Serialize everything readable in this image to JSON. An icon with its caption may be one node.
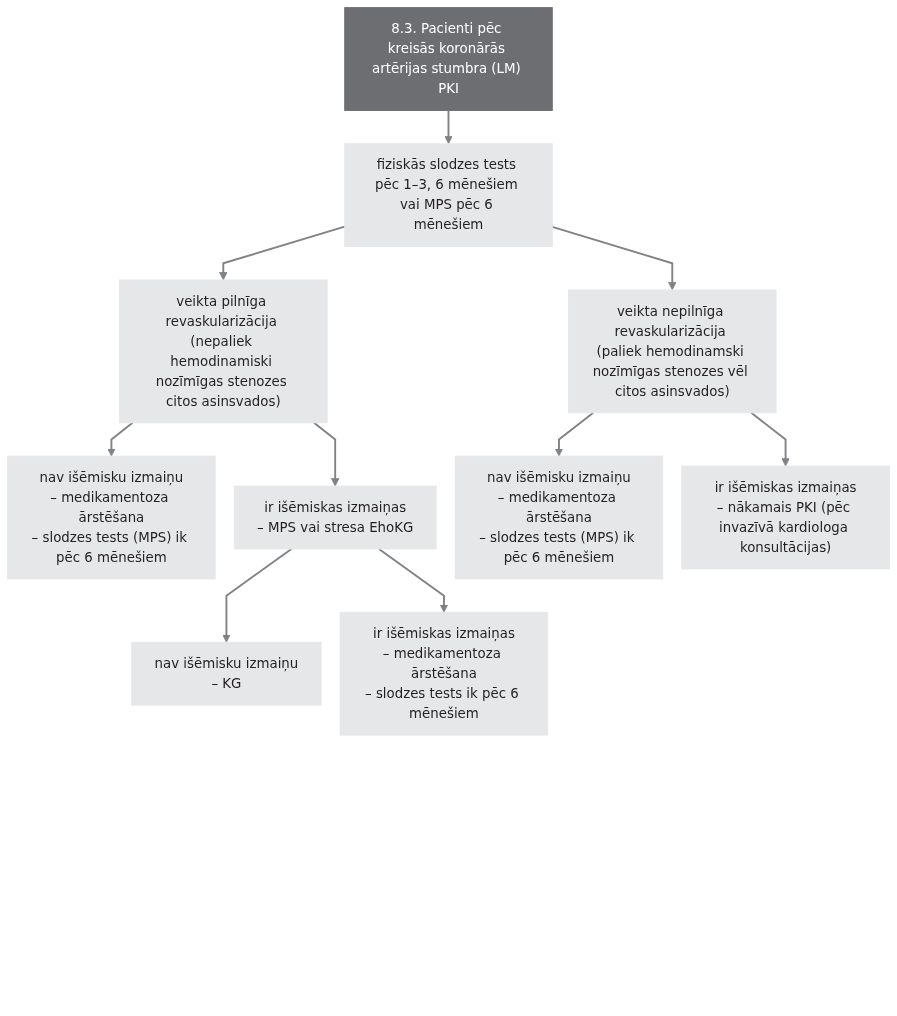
{
  "diagram": {
    "nodes": [
      {
        "text": [
          "8.3. Pacienti pēc kreisās koronārās artērijas stumbra (LM) PKI"
        ]
      },
      {
        "text": [
          "fiziskās slodzes tests pēc 1–3, 6 mēnešiem vai MPS pēc 6 mēnešiem"
        ]
      },
      {
        "text": [
          "veikta pilnīga revaskularizācija (nepaliek hemodinamiski nozīmīgas stenozes citos asinsvados)"
        ]
      },
      {
        "text": [
          "veikta nepilnīga revaskularizācija (paliek hemodinamski nozīmīgas stenozes vēl citos asinsvados)"
        ]
      },
      {
        "text": [
          "nav išēmisku izmaiņu",
          "– medikamentoza ārstēšana",
          "– slodzes tests (MPS) ik pēc 6 mēnešiem"
        ]
      },
      {
        "text": [
          "ir išēmiskas izmaiņas",
          "– MPS vai stresa EhoKG"
        ]
      },
      {
        "text": [
          "nav išēmisku izmaiņu",
          "– medikamentoza ārstēšana",
          "– slodzes tests (MPS) ik pēc 6 mēnešiem"
        ]
      },
      {
        "text": [
          "ir išēmiskas izmaiņas",
          "– nākamais PKI (pēc invazīvā kardiologa konsultācijas)"
        ]
      },
      {
        "text": [
          "nav išēmisku izmaiņu",
          "– KG"
        ]
      },
      {
        "text": [
          "ir išēmiskas izmaiņas",
          "– medikamentoza ārstēšana",
          "– slodzes tests ik pēc 6 mēnešiem"
        ]
      }
    ],
    "edges": [
      {
        "from": 0,
        "to": 1,
        "arrow": "to"
      },
      {
        "from": 1,
        "to": 2,
        "arrow": "to"
      },
      {
        "from": 1,
        "to": 3,
        "arrow": "to"
      },
      {
        "from": 2,
        "to": 4,
        "arrow": "to"
      },
      {
        "from": 2,
        "to": 5,
        "arrow": "to"
      },
      {
        "from": 3,
        "to": 6,
        "arrow": "to"
      },
      {
        "from": 3,
        "to": 7,
        "arrow": "to"
      },
      {
        "from": 5,
        "to": 8,
        "arrow": "to"
      },
      {
        "from": 5,
        "to": 9,
        "arrow": "to"
      }
    ]
  }
}
